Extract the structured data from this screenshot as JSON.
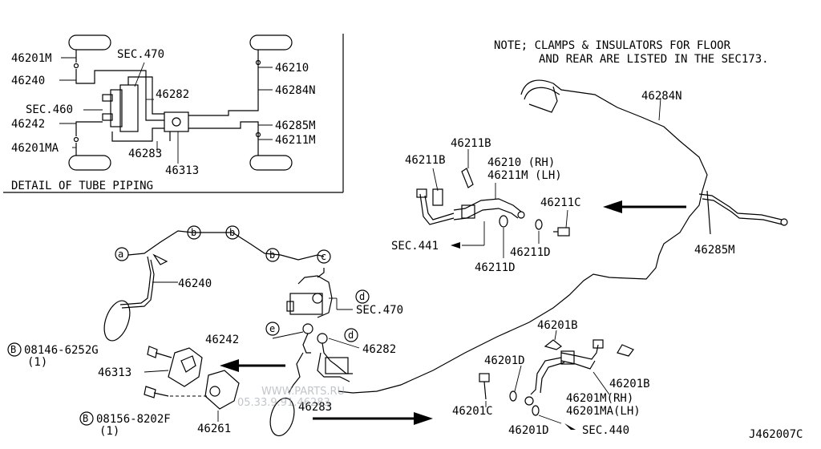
{
  "note": {
    "line1": "NOTE; CLAMPS & INSULATORS FOR FLOOR",
    "line2": "AND REAR ARE LISTED IN THE SEC173."
  },
  "detail": {
    "caption": "DETAIL OF TUBE PIPING",
    "labels": {
      "l46201M": "46201M",
      "sec470": "SEC.470",
      "l46240": "46240",
      "l46282": "46282",
      "sec460": "SEC.460",
      "l46242": "46242",
      "l46201MA": "46201MA",
      "l46283": "46283",
      "l46313": "46313",
      "l46210": "46210",
      "l46284N": "46284N",
      "l46285M": "46285M",
      "l46211M": "46211M"
    }
  },
  "main": {
    "l46284N": "46284N",
    "l46211B_a": "46211B",
    "l46211B_b": "46211B",
    "l46210rh": "46210 (RH)",
    "l46211mlh": "46211M (LH)",
    "l46211C": "46211C",
    "sec441": "SEC.441",
    "l46211D_a": "46211D",
    "l46211D_b": "46211D",
    "l46285M": "46285M",
    "l46240": "46240",
    "sec470": "SEC.470",
    "l46242": "46242",
    "l46282": "46282",
    "bolt1": "08146-6252G",
    "bolt1qty": "(1)",
    "l46313": "46313",
    "bolt2": "08156-8202F",
    "bolt2qty": "(1)",
    "l46261": "46261",
    "l46283": "46283",
    "l46201B_a": "46201B",
    "l46201D_a": "46201D",
    "l46201C": "46201C",
    "l46201Mrh": "46201M(RH)",
    "l46201MAlh": "46201MA(LH)",
    "l46201B_b": "46201B",
    "l46201D_b": "46201D",
    "sec440": "SEC.440",
    "code": "J462007C",
    "watermark1": "WWW.PARTS.RU",
    "watermark2": "05.33.9.91.46283"
  },
  "callouts": {
    "a": "a",
    "b1": "b",
    "b2": "b",
    "b3": "b",
    "c": "c",
    "d1": "d",
    "e": "e",
    "d2": "d",
    "B1": "B",
    "B2": "B"
  }
}
